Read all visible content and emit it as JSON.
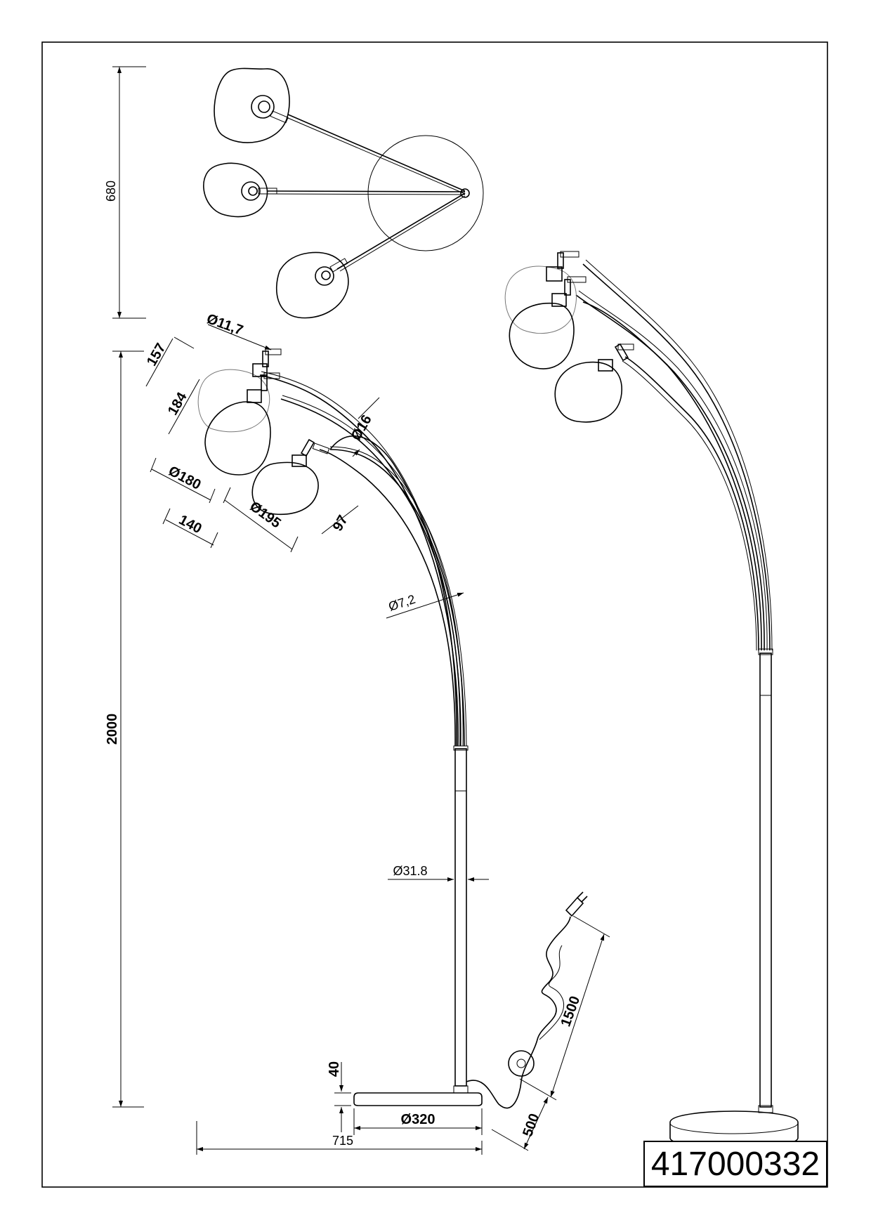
{
  "drawing": {
    "part_number": "417000332",
    "dimensions": {
      "top_view_depth": "680",
      "total_height": "2000",
      "shade_height_top": "157",
      "shade_height_middle": "184",
      "arm_tube_diameter": "Ø11,7",
      "arm_diameter_outer": "Ø16",
      "shade_diameter_top": "Ø180",
      "shade_depth_top": "140",
      "shade_diameter_lower": "Ø195",
      "shade_height_lower": "97",
      "arm_diameter_inner": "Ø7,2",
      "pole_diameter": "Ø31.8",
      "base_height": "40",
      "base_diameter": "Ø320",
      "total_width": "715",
      "cable_length": "1500",
      "switch_cable_length": "500"
    }
  }
}
